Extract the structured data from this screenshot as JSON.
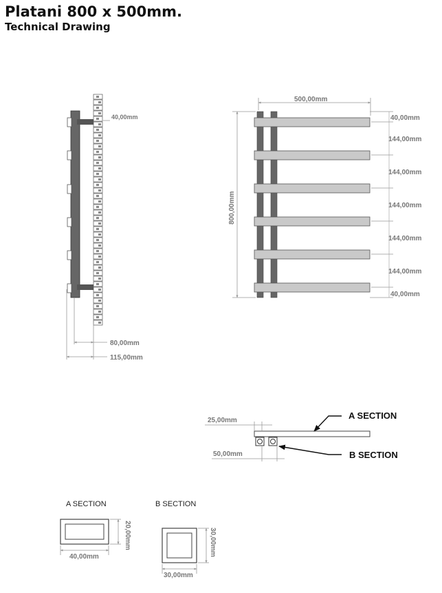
{
  "header": {
    "title": "Platani 800 x 500mm.",
    "subtitle": "Technical Drawing"
  },
  "side_view": {
    "top_label": "40,00mm",
    "depth_inner": "80,00mm",
    "depth_outer": "115,00mm"
  },
  "front_view": {
    "width_label": "500,00mm",
    "height_label": "800,00mm",
    "top_offset": "40,00mm",
    "spacings": [
      "144,00mm",
      "144,00mm",
      "144,00mm",
      "144,00mm",
      "144,00mm"
    ],
    "bottom_offset": "40,00mm"
  },
  "top_view": {
    "dim_top": "25,00mm",
    "dim_bottom": "50,00mm",
    "callout_a": "A SECTION",
    "callout_b": "B SECTION"
  },
  "sections": {
    "a": {
      "title": "A SECTION",
      "width": "40,00mm",
      "height": "20,00mm"
    },
    "b": {
      "title": "B SECTION",
      "width": "30,00mm",
      "height": "30,00mm"
    }
  },
  "colors": {
    "bar_fill": "#c9c9c9",
    "column_fill": "#666666",
    "line": "#999999"
  }
}
